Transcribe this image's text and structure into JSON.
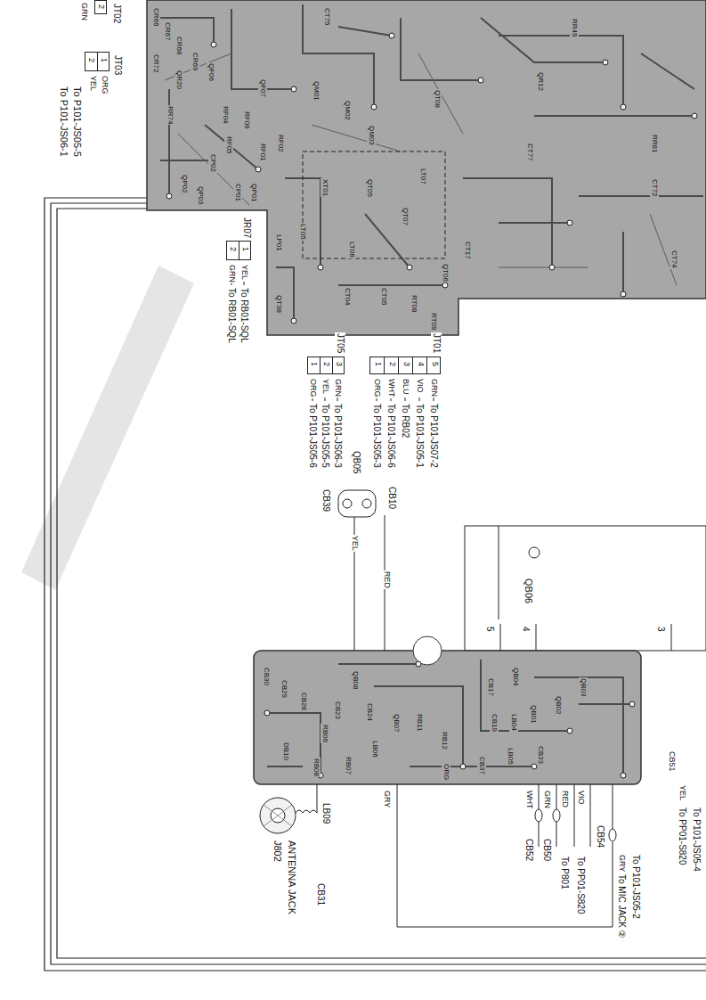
{
  "diagram": {
    "nodes": [
      {
        "text": [
          "JT02",
          "2"
        ]
      },
      {
        "text": [
          "JT03",
          "2",
          "1"
        ]
      },
      {
        "text": [
          "JR07",
          "2",
          "1"
        ]
      },
      {
        "text": [
          "JT05",
          "3",
          "2",
          "1"
        ]
      },
      {
        "text": [
          "JT01",
          "5",
          "4",
          "3",
          "2",
          "1"
        ]
      }
    ],
    "labels": [
      "GRN",
      "YEL",
      "ORG",
      "To P101-JS06-1",
      "To P101-JS05-5",
      "CR66",
      "CR67",
      "CR68",
      "CR72",
      "CR69",
      "QR20",
      "QF06",
      "RR74",
      "RF04",
      "RF06",
      "QF07",
      "RF05",
      "RF01",
      "RF02",
      "CP02",
      "QP02",
      "QP03",
      "QP01",
      "CP01",
      "LP01",
      "QT38",
      "CT75",
      "QM01",
      "QM02",
      "QM03",
      "XT01",
      "QT05",
      "LT05",
      "LT06",
      "QT07",
      "LT07",
      "QT08",
      "CT04",
      "CT05",
      "RT08",
      "QT06",
      "RT09",
      "CT17",
      "QR12",
      "RR49",
      "CT77",
      "CT72",
      "RR81",
      "CT74",
      "GRN",
      "To RB01-SQL",
      "YEL",
      "To RB01-SQL",
      "GRN",
      "To P101-JS06-3",
      "YEL",
      "To P101-JS05-5",
      "ORG",
      "To P101-JS05-6",
      "GRN",
      "To P101-JS07-2",
      "VIO",
      "To P101-JS05-1",
      "BLU",
      "To RB02",
      "WHT",
      "To P101-JS06-6",
      "ORG",
      "To P101-JS05-3",
      "QB05",
      "CB39",
      "CB10",
      "YEL",
      "RED",
      "QB06",
      "5",
      "4",
      "3",
      "CB30",
      "CB29",
      "CB28",
      "DB10",
      "RB06",
      "RB08",
      "RB07",
      "CB23",
      "QB08",
      "CB24",
      "LB06",
      "QB07",
      "RB11",
      "RB12",
      "CB17",
      "CB19",
      "LB04",
      "LB05",
      "QB04",
      "QB01",
      "QB02",
      "QB03",
      "CB33",
      "CB37",
      "ORG",
      "LB09",
      "CB31",
      "J802",
      "ANTENNA JACK",
      "GRY",
      "WHT",
      "CB52",
      "GRN",
      "CB50",
      "RED",
      "To P801",
      "VIO",
      "To PP01-S820",
      "CB54",
      "GRY",
      "To MIC JACK ②",
      "To P101-JS05-2",
      "CB51",
      "YEL",
      "To PP01-S820",
      "To P101-JS05-4"
    ]
  }
}
